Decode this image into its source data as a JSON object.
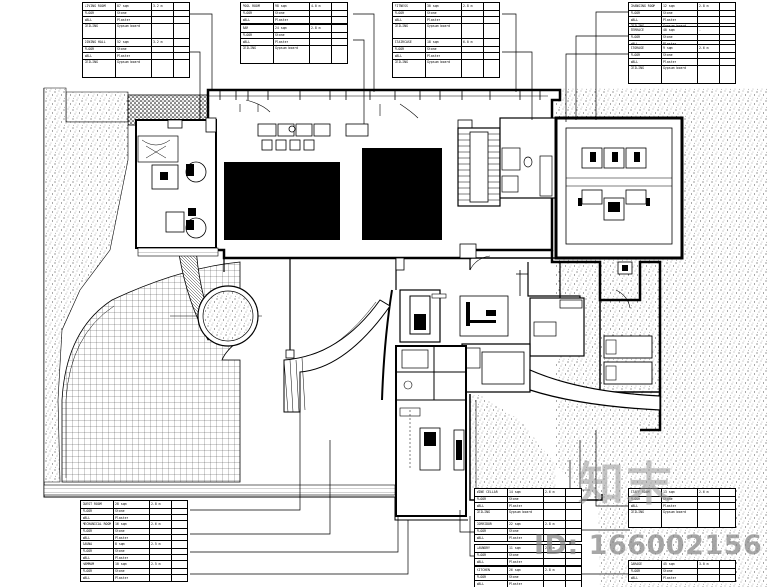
{
  "room_tags": [
    {
      "name": "LIVING ROOM",
      "area": "87 sqm",
      "ht": "3.2 m"
    },
    {
      "name": "DINING HALL",
      "area": "52 sqm",
      "ht": "3.2 m"
    },
    {
      "name": "POOL ROOM",
      "area": "98 sqm",
      "ht": "4.0 m"
    },
    {
      "name": "BAR",
      "area": "24 sqm",
      "ht": "2.8 m"
    },
    {
      "name": "FITNESS",
      "area": "30 sqm",
      "ht": "2.8 m"
    },
    {
      "name": "STAIRCASE",
      "area": "18 sqm",
      "ht": "6.0 m"
    },
    {
      "name": "CHANGING ROOM",
      "area": "12 sqm",
      "ht": "2.8 m"
    },
    {
      "name": "TERRACE",
      "area": "40 sqm",
      "ht": "-"
    },
    {
      "name": "STORAGE",
      "area": "9 sqm",
      "ht": "2.6 m"
    },
    {
      "name": "GUEST ROOM",
      "area": "28 sqm",
      "ht": "2.8 m"
    },
    {
      "name": "MECHANICAL ROOM",
      "area": "16 sqm",
      "ht": "2.6 m"
    },
    {
      "name": "SAUNA",
      "area": "8 sqm",
      "ht": "2.5 m"
    },
    {
      "name": "HAMMAM",
      "area": "10 sqm",
      "ht": "2.5 m"
    },
    {
      "name": "WINE CELLAR",
      "area": "14 sqm",
      "ht": "2.6 m"
    },
    {
      "name": "CORRIDOR",
      "area": "22 sqm",
      "ht": "2.8 m"
    },
    {
      "name": "LAUNDRY",
      "area": "11 sqm",
      "ht": "2.6 m"
    },
    {
      "name": "KITCHEN",
      "area": "26 sqm",
      "ht": "2.8 m"
    },
    {
      "name": "STAFF ROOM",
      "area": "13 sqm",
      "ht": "2.6 m"
    },
    {
      "name": "GARAGE",
      "area": "45 sqm",
      "ht": "3.0 m"
    }
  ],
  "tag_row_labels": [
    "FLOOR",
    "WALL",
    "CEILING"
  ],
  "tag_row_values": [
    "Stone",
    "Plaster",
    "Gypsum board"
  ],
  "watermark": {
    "brand": "知末",
    "id_text": "ID: 166002156"
  }
}
